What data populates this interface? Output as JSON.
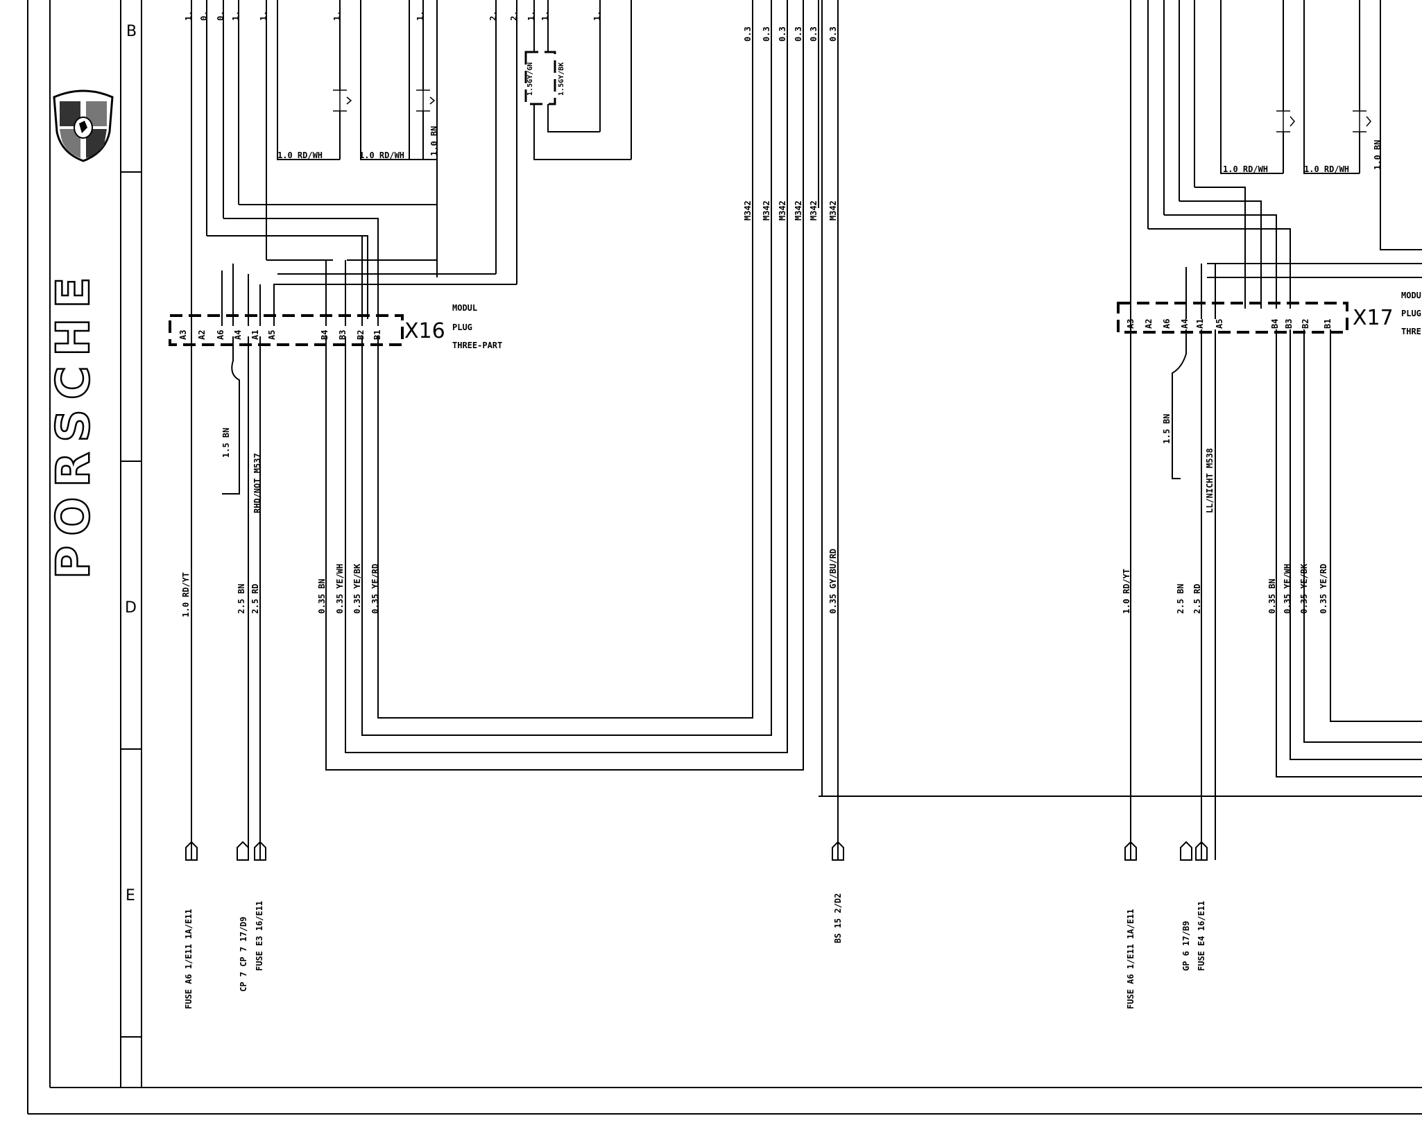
{
  "sidebar": {
    "brand": "PORSCHE",
    "row_letters": [
      "B",
      "D",
      "E"
    ]
  },
  "connectors": [
    {
      "id": "X16",
      "desc": [
        "MODUL",
        "PLUG",
        "THREE-PART"
      ],
      "pins": [
        "A3",
        "A2",
        "A6",
        "A4",
        "A1",
        "A5",
        "B4",
        "B3",
        "B2",
        "B1"
      ]
    },
    {
      "id": "X17",
      "desc": [
        "MODU",
        "PLUG",
        "THRE"
      ],
      "pins": [
        "A3",
        "A2",
        "A6",
        "A4",
        "A1",
        "A5",
        "B4",
        "B3",
        "B2",
        "B1"
      ]
    }
  ],
  "wire_labels": {
    "top_left": [
      "1.0 RD/WH",
      "1.0 RD/WH",
      "1.0 BN",
      "1.5GY/GN",
      "1.5GY/BK"
    ],
    "top_right": [
      "1.0 RD/WH",
      "1.0 RD/WH",
      "1.0 BN"
    ],
    "m342": [
      "M342",
      "M342",
      "M342",
      "M342",
      "M342",
      "M342"
    ],
    "top_partial_left": [
      "1.",
      "0.",
      "0.",
      "1.",
      "1.",
      "1.",
      "1.",
      "2.",
      "2.",
      "1.",
      "1.",
      "1."
    ],
    "top_partial_mid": [
      "0.3",
      "0.3",
      "0.3",
      "0.3",
      "0.3",
      "0.3"
    ],
    "x16_below": [
      "1.5 BN",
      "RHD/NOT M537"
    ],
    "x16_bottom": [
      "1.0 RD/YT",
      "2.5 BN",
      "2.5 RD",
      "0.35 BN",
      "0.35 YE/WH",
      "0.35 YE/BK",
      "0.35 YE/RD",
      "0.35 GY/BU/RD"
    ],
    "x17_below": [
      "1.5 BN",
      "LL/NICHT M538"
    ],
    "x17_bottom": [
      "1.0 RD/YT",
      "2.5 BN",
      "2.5 RD",
      "0.35 BN",
      "0.35 YE/WH",
      "0.35 YE/BK",
      "0.35 YE/RD"
    ]
  },
  "terminals": {
    "left": [
      "FUSE A6  1/E11 1A/E11",
      "CP 7 CP 7  17/D9",
      "FUSE E3  16/E11"
    ],
    "mid": [
      "BS 15  2/D2"
    ],
    "right": [
      "FUSE A6  1/E11 1A/E11",
      "GP 6  17/B9",
      "FUSE E4  16/E11"
    ]
  }
}
